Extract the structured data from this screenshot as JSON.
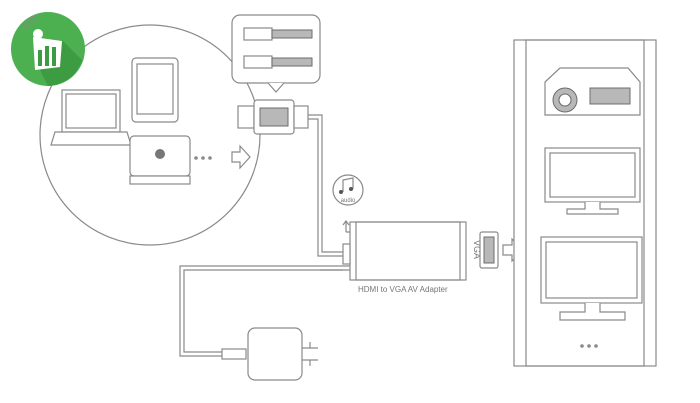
{
  "logo": {
    "name": "iWT logo",
    "color": "#4caf50"
  },
  "labels": {
    "audio": "audio",
    "vga": "VGA",
    "adapter": "HDMI to VGA AV Adapter"
  },
  "source_devices": [
    "laptop",
    "tablet",
    "mac-mini",
    "more"
  ],
  "output_devices": [
    "projector",
    "monitor",
    "tv",
    "more"
  ]
}
